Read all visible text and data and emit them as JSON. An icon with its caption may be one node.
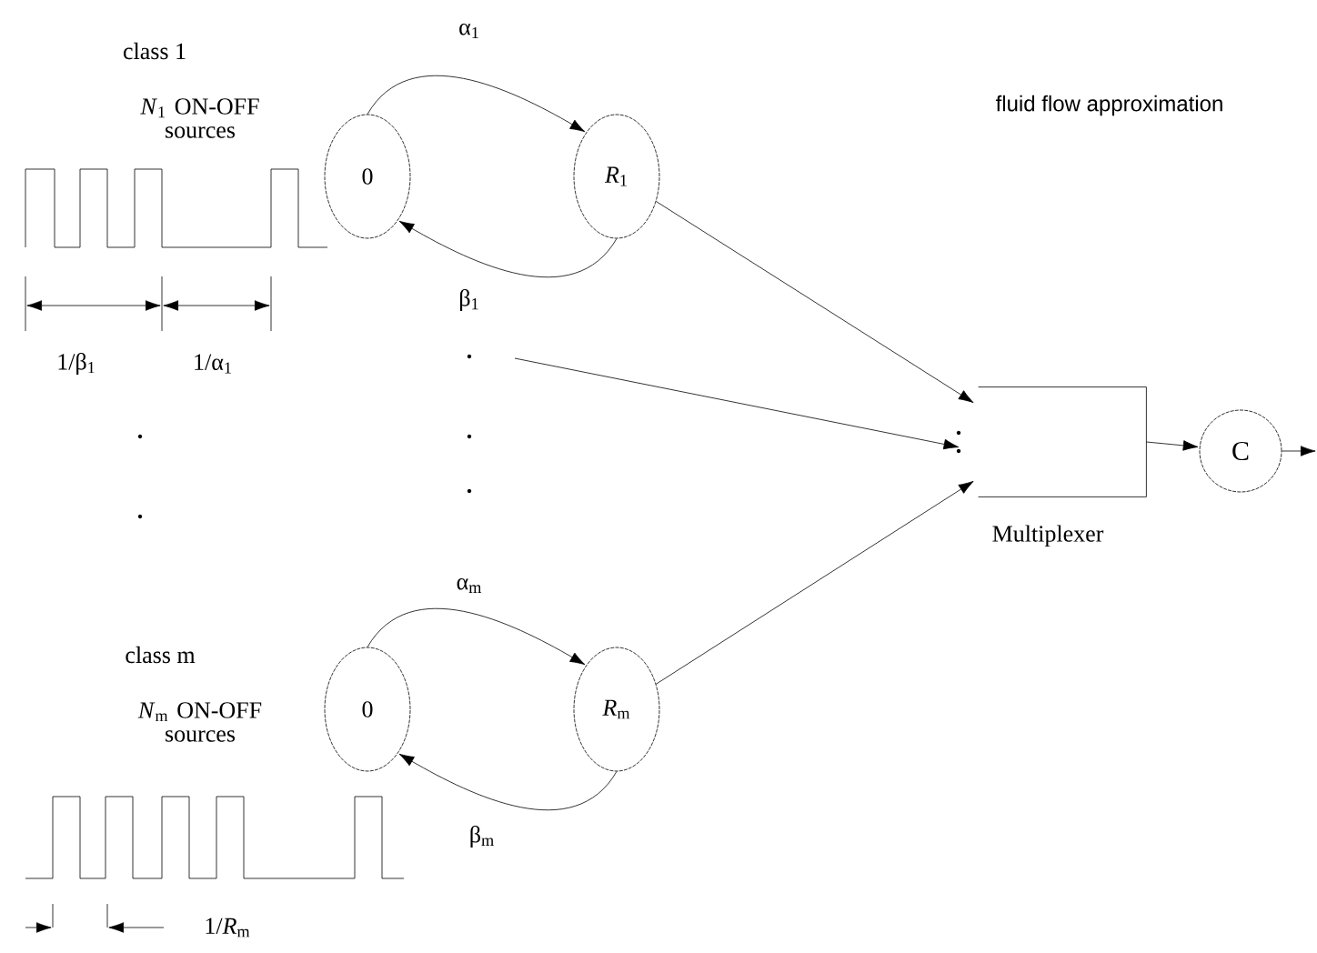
{
  "diagram": {
    "nodes": [
      {
        "text": [
          "0"
        ]
      },
      {
        "text": [
          "*R*$_{1}$"
        ]
      },
      {
        "text": [
          "0"
        ]
      },
      {
        "text": [
          "*R*$_{m}$"
        ]
      },
      {
        "text": [],
        "shape": "box",
        "beside": [
          "Multiplexer"
        ]
      },
      {
        "text": [
          "C"
        ]
      }
    ],
    "edges": [
      {
        "from": 0,
        "to": 1,
        "arrow": "to",
        "label": "α$_{1}$"
      },
      {
        "from": 1,
        "to": 0,
        "arrow": "to",
        "label": "β$_{1}$"
      },
      {
        "from": 2,
        "to": 3,
        "arrow": "to",
        "label": "α$_{m}$"
      },
      {
        "from": 3,
        "to": 2,
        "arrow": "to",
        "label": "β$_{m}$"
      },
      {
        "from": 1,
        "to": 4,
        "arrow": "to"
      },
      {
        "from": null,
        "to": 4,
        "arrow": "to"
      },
      {
        "from": 3,
        "to": 4,
        "arrow": "to"
      },
      {
        "from": 4,
        "to": 5,
        "arrow": "to"
      },
      {
        "from": 5,
        "to": null,
        "arrow": "to"
      }
    ],
    "labels": [
      "fluid flow approximation",
      "class 1",
      "*N*$_{1}$ ON-OFF sources",
      "1/β$_{1}$",
      "1/α$_{1}$",
      "class m",
      "*N*$_{m}$ ON-OFF sources",
      "1/*R*$_{m}$"
    ]
  }
}
